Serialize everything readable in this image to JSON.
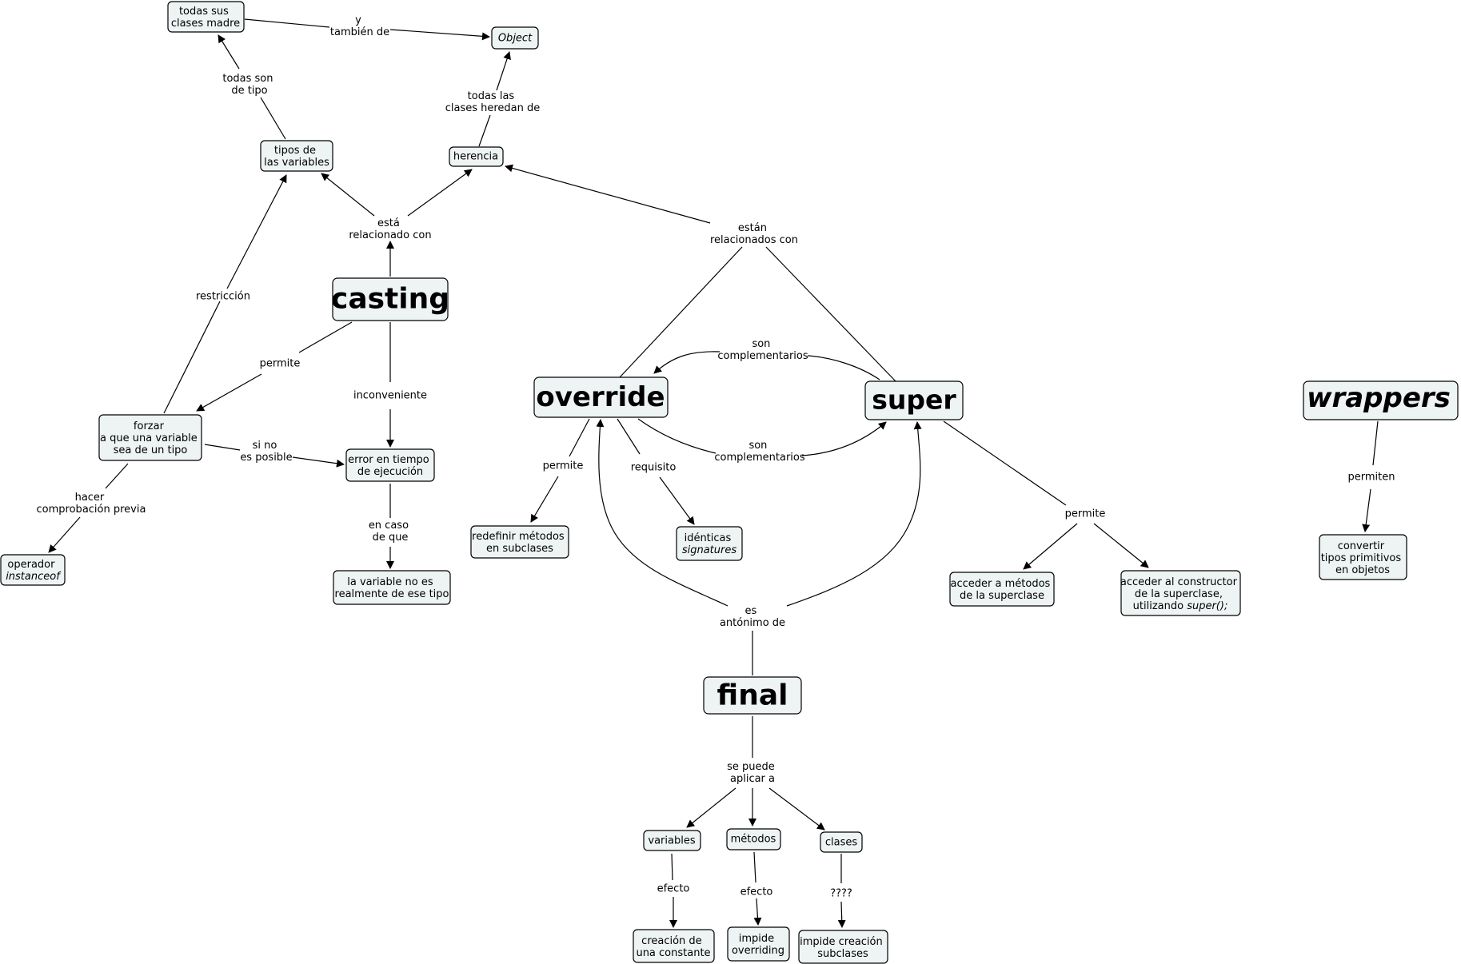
{
  "nodes": {
    "todas_sus_clases_madre": [
      "todas sus",
      "clases madre"
    ],
    "object": "Object",
    "tipos_de_las_variables": [
      "tipos de",
      "las variables"
    ],
    "herencia": "herencia",
    "casting": "casting",
    "forzar": [
      "forzar",
      "a que una variable",
      "sea de un tipo"
    ],
    "error_tiempo_ejecucion": [
      "error en tiempo",
      "de ejecución"
    ],
    "operador_instanceof": [
      "operador",
      "instanceof"
    ],
    "variable_no_es": [
      "la variable no es",
      "realmente de ese tipo"
    ],
    "override": "override",
    "super": "super",
    "wrappers": "wrappers",
    "redefinir_metodos": [
      "redefinir métodos",
      "en subclases"
    ],
    "identicas_signatures": [
      "idénticas",
      "signatures"
    ],
    "acceder_metodos": [
      "acceder a métodos",
      "de la superclase"
    ],
    "acceder_constructor": [
      "acceder al constructor",
      "de la superclase,",
      "utilizando ",
      "super();"
    ],
    "convertir": [
      "convertir",
      "tipos primitivos",
      "en objetos"
    ],
    "final": "final",
    "variables": "variables",
    "metodos": "métodos",
    "clases": "clases",
    "creacion_constante": [
      "creación de",
      "una constante"
    ],
    "impide_overriding": [
      "impide",
      "overriding"
    ],
    "impide_creacion": [
      "impide creación",
      "subclases"
    ]
  },
  "links": {
    "y_tambien_de": [
      "y",
      "también de"
    ],
    "todas_son_de_tipo": [
      "todas son",
      "de tipo"
    ],
    "todas_clases_heredan": [
      "todas las",
      "clases heredan de"
    ],
    "esta_relacionado": [
      "está",
      "relacionado con"
    ],
    "estan_relacionados": [
      "están",
      "relacionados con"
    ],
    "restriccion": "restricción",
    "permite_casting": "permite",
    "inconveniente": "inconveniente",
    "si_no_es_posible": [
      "si no",
      "es posible"
    ],
    "hacer_comprobacion": [
      "hacer",
      "comprobación previa"
    ],
    "en_caso_de_que": [
      "en caso",
      "de que"
    ],
    "son_complementarios_top": [
      "son",
      "complementarios"
    ],
    "son_complementarios_bottom": [
      "son",
      "complementarios"
    ],
    "permite_override": "permite",
    "requisito": "requisito",
    "permite_super": "permite",
    "permiten": "permiten",
    "es_antonimo": [
      "es",
      "antónimo de"
    ],
    "se_puede_aplicar": [
      "se puede",
      "aplicar a"
    ],
    "efecto_variables": "efecto",
    "efecto_metodos": "efecto",
    "unknown": "????"
  },
  "colors": {
    "node_fill": "#eef3f4",
    "stroke": "#000000",
    "background": "#ffffff"
  }
}
